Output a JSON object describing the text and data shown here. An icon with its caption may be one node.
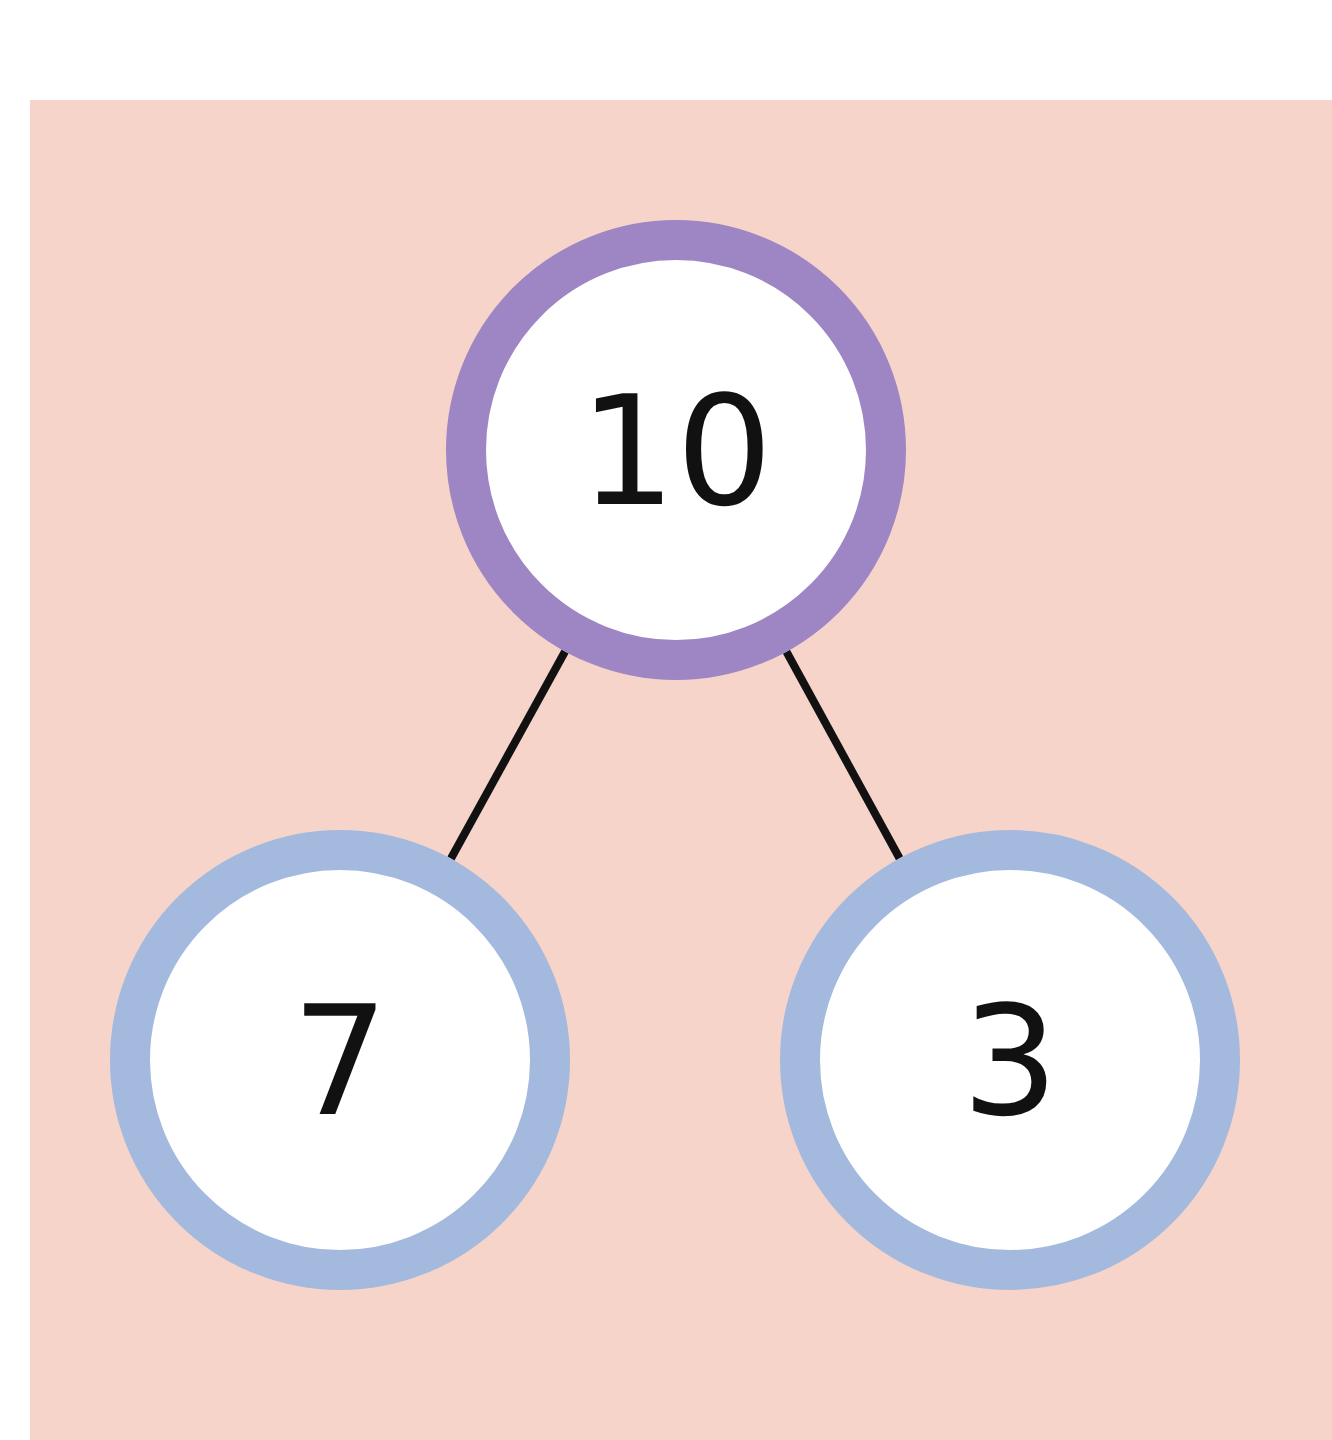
{
  "diagram": {
    "nodes": [
      {
        "text": [
          "10"
        ]
      },
      {
        "text": [
          "7"
        ]
      },
      {
        "text": [
          "3"
        ]
      }
    ],
    "edges": [
      {
        "from": 0,
        "to": 1,
        "arrow": "none"
      },
      {
        "from": 0,
        "to": 2,
        "arrow": "none"
      }
    ]
  }
}
